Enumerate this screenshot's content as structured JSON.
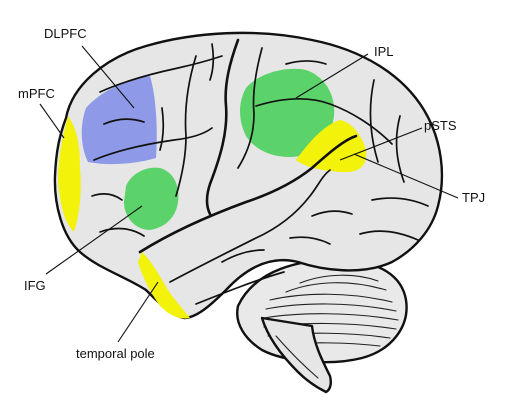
{
  "regions": [
    {
      "id": "dlpfc",
      "label": "DLPFC",
      "color": "#8e9ae8"
    },
    {
      "id": "mpfc",
      "label": "mPFC",
      "color": "#f2f20a"
    },
    {
      "id": "ifg",
      "label": "IFG",
      "color": "#5cd36a"
    },
    {
      "id": "ipl",
      "label": "IPL",
      "color": "#5cd36a"
    },
    {
      "id": "psts",
      "label": "pSTS",
      "color": "#f2f20a"
    },
    {
      "id": "tpj",
      "label": "TPJ",
      "color": "#f2f20a"
    },
    {
      "id": "temporal-pole",
      "label": "temporal pole",
      "color": "#f2f20a"
    }
  ],
  "palette": {
    "cortex": "#e6e6e6",
    "cerebellum": "#e9e9e9",
    "outline": "#111111"
  }
}
